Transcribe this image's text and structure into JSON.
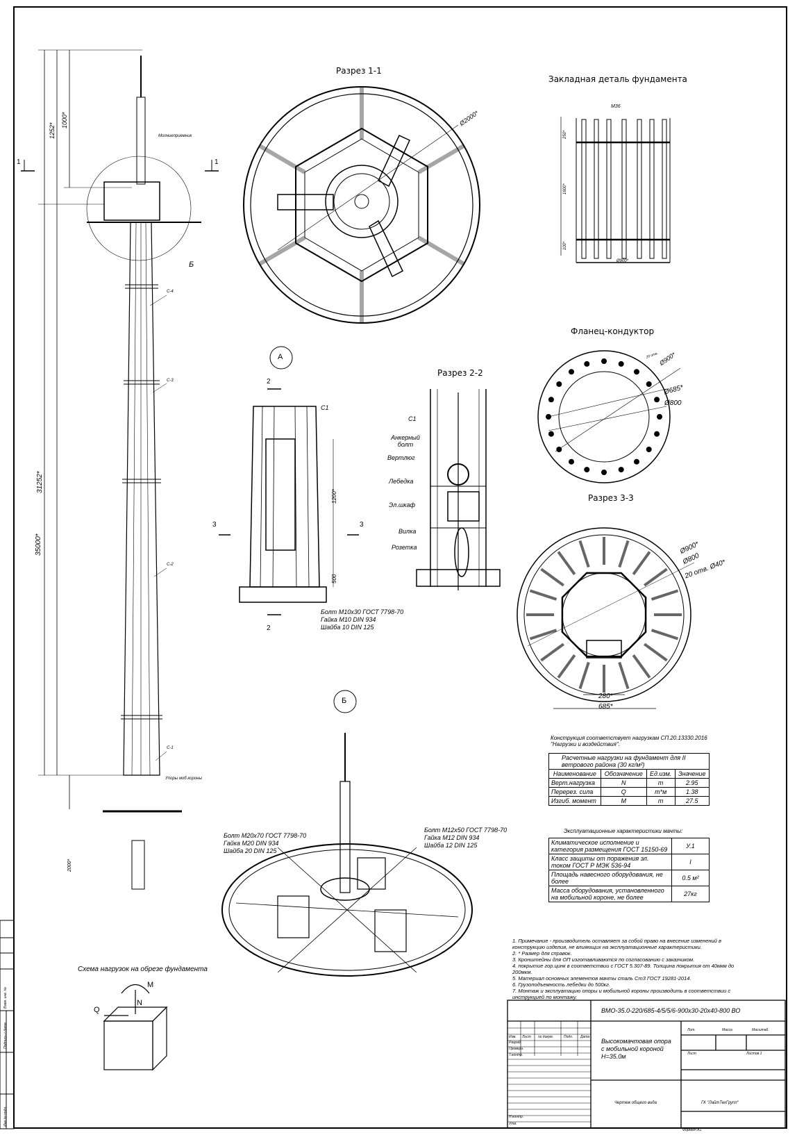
{
  "views": {
    "section_1_1": "Разрез 1-1",
    "foundation_embed": "Закладная деталь фундамента",
    "flange_conductor": "Фланец-кондуктор",
    "section_2_2": "Разрез 2-2",
    "section_3_3": "Разрез 3-3",
    "load_scheme": "Схема нагрузок на обрезе фундамента"
  },
  "callouts": {
    "A": "А",
    "B": "Б",
    "cut1_left": "1",
    "cut1_right": "1",
    "cut2_top": "2",
    "cut2_bottom": "2",
    "cut3_left": "3",
    "cut3_right": "3"
  },
  "mast": {
    "lightning_rod": "Молниеприемник",
    "sections": [
      "С-4",
      "С-3",
      "С-2",
      "С-1"
    ],
    "stops": "Упоры моб.короны",
    "dim_total": "35000*",
    "dim_31252": "31252*",
    "dim_1252": "1252*",
    "dim_1000": "1000*",
    "dim_2000": "2000*"
  },
  "section_1_1": {
    "diameter": "Ø2000*"
  },
  "foundation": {
    "bolt": "М36",
    "dim_250": "250*",
    "dim_1600": "1600*",
    "dim_100": "100*",
    "dim_900": "Ø900*"
  },
  "flange": {
    "d900": "Ø900*",
    "d685": "Ø685*",
    "d800": "Ø800",
    "holes": "20 отв."
  },
  "section_3_3": {
    "d900": "Ø900*",
    "d800": "Ø800",
    "holes": "20 отв. Ø40*",
    "dim_280": "280*",
    "dim_685": "685*"
  },
  "view_a": {
    "section": "С1",
    "dim_1200": "1200*",
    "dim_500": "500",
    "hardware": [
      "Болт М10х30 ГОСТ 7798-70",
      "Гайка М10 DIN 934",
      "Шайба 10 DIN 125"
    ]
  },
  "section_2_2": {
    "labels": [
      "С1",
      "Анкерный болт",
      "Вертлюг",
      "Лебедка",
      "Эл.шкаф",
      "Вилка",
      "Розетка"
    ]
  },
  "view_b": {
    "hardware_left": [
      "Болт М20х70 ГОСТ 7798-70",
      "Гайка М20 DIN 934",
      "Шайба 20 DIN 125"
    ],
    "hardware_right": [
      "Болт М12х50 ГОСТ 7798-70",
      "Гайка М12 DIN 934",
      "Шайба 12 DIN 125"
    ]
  },
  "loads_scheme": {
    "Q": "Q",
    "M": "M",
    "N": "N"
  },
  "compliance": "Конструкция соответствует нагрузкам СП.20.13330.2016 \"Нагрузки и воздействия\".",
  "loads_table": {
    "caption": "Расчетные нагрузки на фундамент для II ветрового района (30 кг/м²)",
    "headers": [
      "Наименование",
      "Обозначение",
      "Ед.изм.",
      "Значение"
    ],
    "rows": [
      [
        "Верт.нагрузка",
        "N",
        "т",
        "2.95"
      ],
      [
        "Перерез. сила",
        "Q",
        "т*м",
        "1.38"
      ],
      [
        "Изгиб. момент",
        "M",
        "т",
        "27.5"
      ]
    ]
  },
  "specs": {
    "caption": "Эксплуатационные характеристики мачты:",
    "rows": [
      [
        "Климатическое исполнение и категория размещения ГОСТ 15150-69",
        "У.1"
      ],
      [
        "Класс защиты от поражения эл. током ГОСТ Р МЭК 536-94",
        "I"
      ],
      [
        "Площадь навесного оборудования, не более",
        "0.5 м²"
      ],
      [
        "Масса оборудования, установленного на мобильной короне, не более",
        "27кг"
      ]
    ]
  },
  "notes": [
    "1.  Примечание - производитель оставляет за собой право на внесение изменений в конструкцию изделия, не влияющих на эксплуатационные характеристики.",
    "2.  * Размер для справок.",
    "3.  Кронштейны для ОП изготавливаются по согласованию с заказчиком.",
    "4.  покрытие гор.цинк в соответствии с ГОСТ 5.307-89. Толщина покрытия от 40мкм до 200мкм.",
    "5.  Материал основных элементов мачты сталь Ст3 ГОСТ 19281-2014.",
    "6.  Грузоподъемность лебедки до 500кг.",
    "7.  Монтаж и эксплуатацию опоры и мобильной короны производить в соответствии с инструкцией по монтажу."
  ],
  "title_block": {
    "code": "ВМО-35.0-220/685-4/5/5/6-900х30-20х40-800 ВО",
    "name_line1": "Высокомачтовая опора",
    "name_line2": "с мобильной короной",
    "name_line3": "Н=35.0м",
    "doc_type": "Чертеж общего вида",
    "company": "ГК \"ЛайтТехГрупп\"",
    "col_izm": "Изм.",
    "col_list": "Лист",
    "col_ndok": "№ докум.",
    "col_podp": "Подп.",
    "col_data": "Дата",
    "razrab": "Разраб.",
    "prover": "Провери.",
    "tkontr": "Т.контр.",
    "nkontr": "Н.контр.",
    "utv": "Утв.",
    "lit": "Лит.",
    "massa": "Масса",
    "masshtab": "Масштаб",
    "list_label": "Лист",
    "listov": "Листов 1",
    "format": "Формат А1"
  },
  "side_stamps": [
    "Инв.№ подл.",
    "Подпись и дата",
    "Взам. инв. №"
  ]
}
